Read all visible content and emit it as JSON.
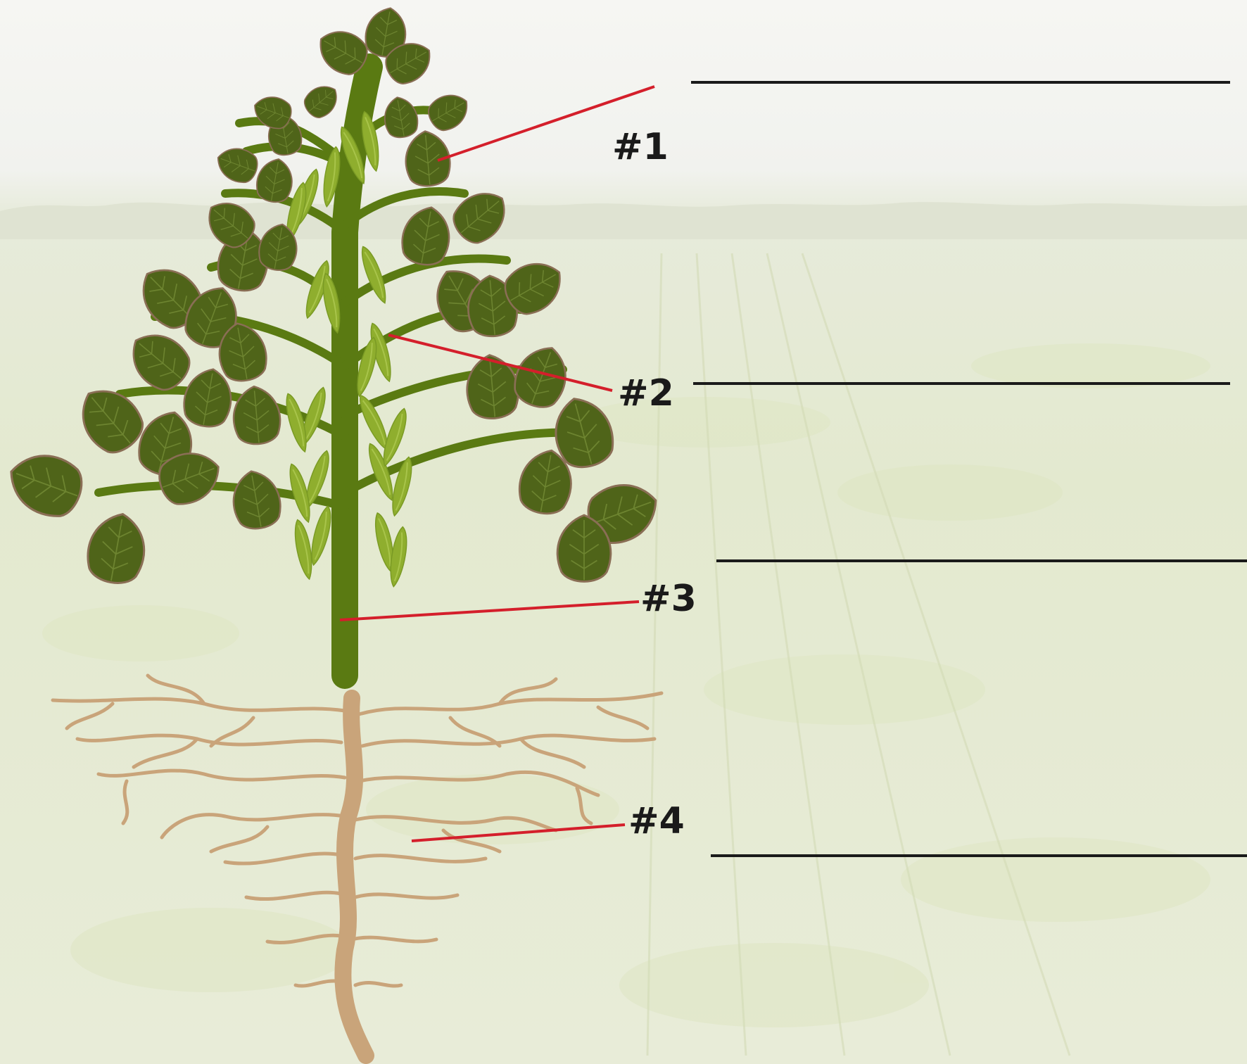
{
  "diagram": {
    "labels": [
      {
        "id": "1",
        "text": "#1",
        "answer": ""
      },
      {
        "id": "2",
        "text": "#2",
        "answer": ""
      },
      {
        "id": "3",
        "text": "#3",
        "answer": ""
      },
      {
        "id": "4",
        "text": "#4",
        "answer": ""
      }
    ],
    "colors": {
      "leaf": "#4f6419",
      "leaf_outline": "#8a6e55",
      "stem": "#5a7a12",
      "pod": "#8fae2e",
      "root": "#c9a47a",
      "pointer": "#d41f2b",
      "answer_line": "#1a1a1a",
      "sky": "#f3f4f0",
      "field": "#e4ead0"
    }
  }
}
